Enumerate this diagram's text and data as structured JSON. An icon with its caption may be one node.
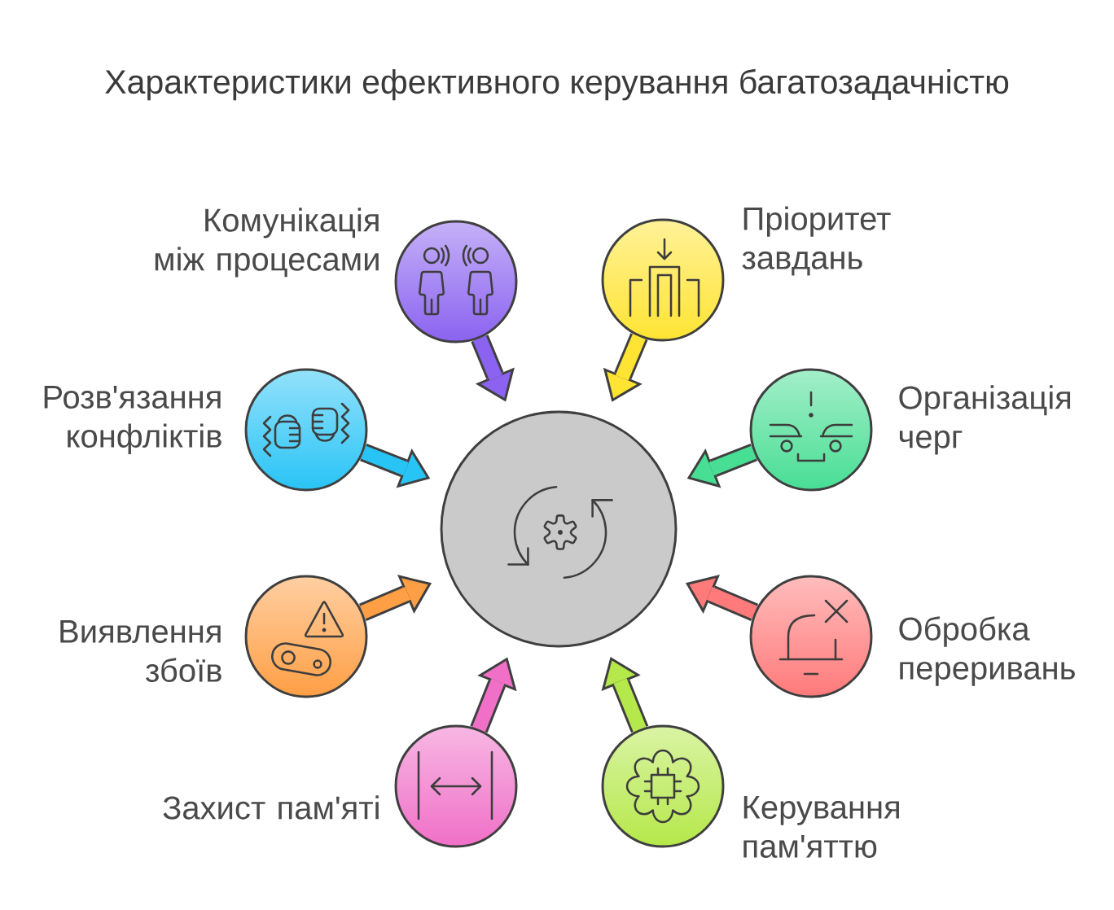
{
  "diagram": {
    "title": "Характеристики ефективного керування багатозадачністю",
    "nodes": [
      {
        "text": [
          "Комунікація між процесами"
        ]
      },
      {
        "text": [
          "Пріоритет завдань"
        ]
      },
      {
        "text": [
          "Розв'язання конфліктів"
        ]
      },
      {
        "text": [
          "Організація черг"
        ]
      },
      {
        "text": [],
        "shape": "circle"
      },
      {
        "text": [
          "Виявлення збоїв"
        ]
      },
      {
        "text": [
          "Обробка переривань"
        ]
      },
      {
        "text": [
          "Захист пам'яті"
        ]
      },
      {
        "text": [
          "Керування пам'яттю"
        ]
      }
    ],
    "edges": [
      {
        "from": 0,
        "to": 4,
        "arrow": "to",
        "color": "#8b63f0"
      },
      {
        "from": 1,
        "to": 4,
        "arrow": "to",
        "color": "#ffe433"
      },
      {
        "from": 2,
        "to": 4,
        "arrow": "to",
        "color": "#29c4f6"
      },
      {
        "from": 3,
        "to": 4,
        "arrow": "to",
        "color": "#48de94"
      },
      {
        "from": 5,
        "to": 4,
        "arrow": "to",
        "color": "#ff9f45"
      },
      {
        "from": 6,
        "to": 4,
        "arrow": "to",
        "color": "#ff7a7a"
      },
      {
        "from": 7,
        "to": 4,
        "arrow": "to",
        "color": "#f070c8"
      },
      {
        "from": 8,
        "to": 4,
        "arrow": "to",
        "color": "#b5e84a"
      }
    ]
  }
}
